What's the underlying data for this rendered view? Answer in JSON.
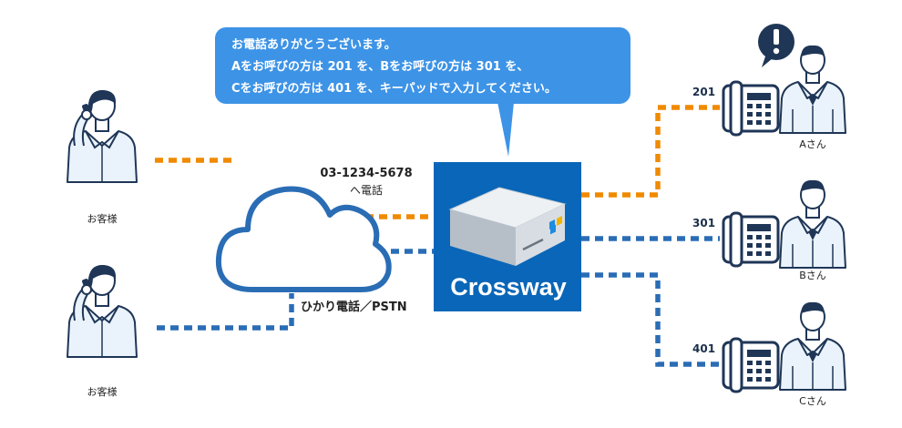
{
  "announcement": {
    "line1": "お電話ありがとうございます。",
    "line2": "Aをお呼びの方は 201 を、Bをお呼びの方は 301 を、",
    "line3": "Cをお呼びの方は 401 を、キーパッドで入力してください。"
  },
  "callers": [
    {
      "label": "お客様"
    },
    {
      "label": "お客様"
    }
  ],
  "call_target": {
    "number": "03-1234-5678",
    "suffix": "へ電話"
  },
  "network": {
    "label": "ひかり電話／PSTN"
  },
  "pbx": {
    "brand": "Crossway"
  },
  "extensions": [
    {
      "number": "201",
      "person": "Aさん",
      "alert": true
    },
    {
      "number": "301",
      "person": "Bさん",
      "alert": false
    },
    {
      "number": "401",
      "person": "Cさん",
      "alert": false
    }
  ],
  "colors": {
    "orange_line": "#f08a00",
    "blue_line": "#2a6db5",
    "bubble": "#3d93e6",
    "pbx_panel": "#0a66b8",
    "figure_stroke": "#1f3657",
    "figure_fill": "#eaf3fb",
    "alert": "#1f3657"
  },
  "icons": [
    "person-with-phone-icon",
    "cloud-icon",
    "pbx-device-icon",
    "desk-phone-icon",
    "person-icon",
    "exclamation-icon"
  ]
}
